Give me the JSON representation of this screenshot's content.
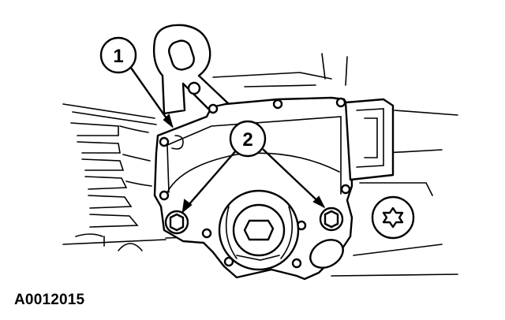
{
  "callouts": [
    {
      "id": "1",
      "label": "1"
    },
    {
      "id": "2",
      "label": "2"
    }
  ],
  "figure_id": "A0012015"
}
